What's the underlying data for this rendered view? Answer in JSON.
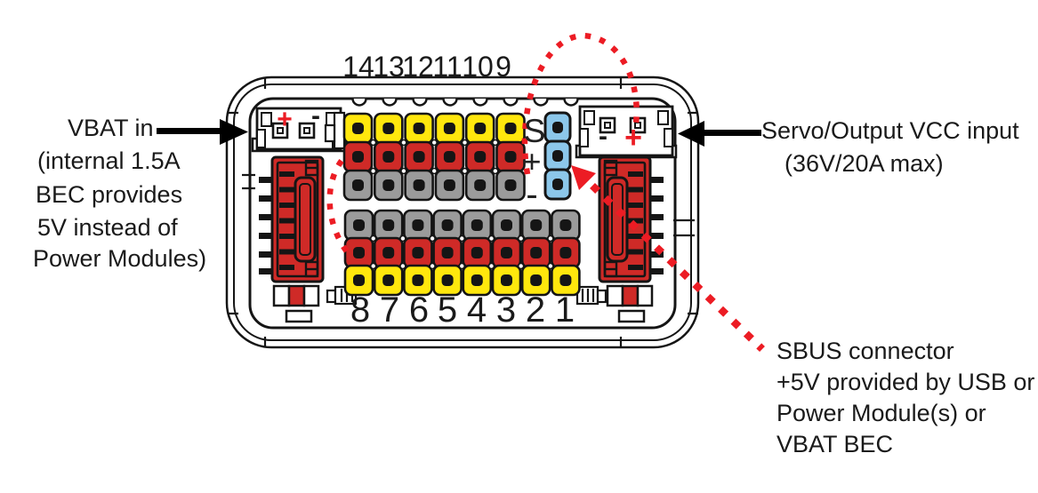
{
  "callouts": {
    "vbat": {
      "lines": [
        "VBAT in",
        "(internal 1.5A",
        "BEC provides",
        "5V instead of",
        "Power Modules)"
      ]
    },
    "servo_vcc": {
      "lines": [
        "Servo/Output VCC input",
        "(36V/20A max)"
      ]
    },
    "sbus": {
      "lines": [
        "SBUS connector",
        "+5V provided by USB or",
        "Power Module(s) or",
        "VBAT BEC"
      ]
    }
  },
  "board": {
    "top_channel_numbers": [
      "14",
      "13",
      "12",
      "11",
      "10",
      "9"
    ],
    "bottom_channel_numbers": [
      "8",
      "7",
      "6",
      "5",
      "4",
      "3",
      "2",
      "1"
    ],
    "rail_labels": {
      "signal": "S",
      "plus": "+",
      "minus": "-"
    },
    "vbat_connector_pins": {
      "plus": "+",
      "minus": "-"
    },
    "vcc_connector_pins": {
      "minus": "-",
      "plus": "+"
    }
  },
  "colors": {
    "pin_signal_yellow": "#ffe70d",
    "pin_power_red": "#cf2a27",
    "pin_ground_gray": "#9b9b9b",
    "sbus_blue": "#8cc7ea",
    "annotation_red": "#ec1c24",
    "outline_black": "#151515"
  }
}
